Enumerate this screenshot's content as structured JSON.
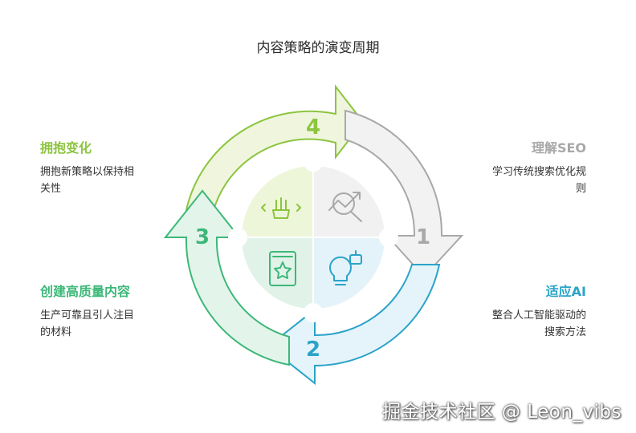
{
  "title": "内容策略的演变周期",
  "colors": {
    "stage1": "#a8a8a8",
    "stage2": "#2ba3c9",
    "stage3": "#3cb878",
    "stage4": "#8cc43f"
  },
  "stages": [
    {
      "number": "1",
      "title": "理解SEO",
      "desc_lines": [
        "学习传统搜索优化规",
        "则"
      ],
      "icon": "search-chart-icon"
    },
    {
      "number": "2",
      "title": "适应AI",
      "desc_lines": [
        "整合人工智能驱动的",
        "搜索方法"
      ],
      "icon": "lightbulb-robot-icon"
    },
    {
      "number": "3",
      "title": "创建高质量内容",
      "desc_lines": [
        "生产可靠且引人注目",
        "的材料"
      ],
      "icon": "book-star-icon"
    },
    {
      "number": "4",
      "title": "拥抱变化",
      "desc_lines": [
        "拥抱新策略以保持相",
        "关性"
      ],
      "icon": "hand-gesture-icon"
    }
  ],
  "watermark": "掘金技术社区 @ Leon_vibs"
}
